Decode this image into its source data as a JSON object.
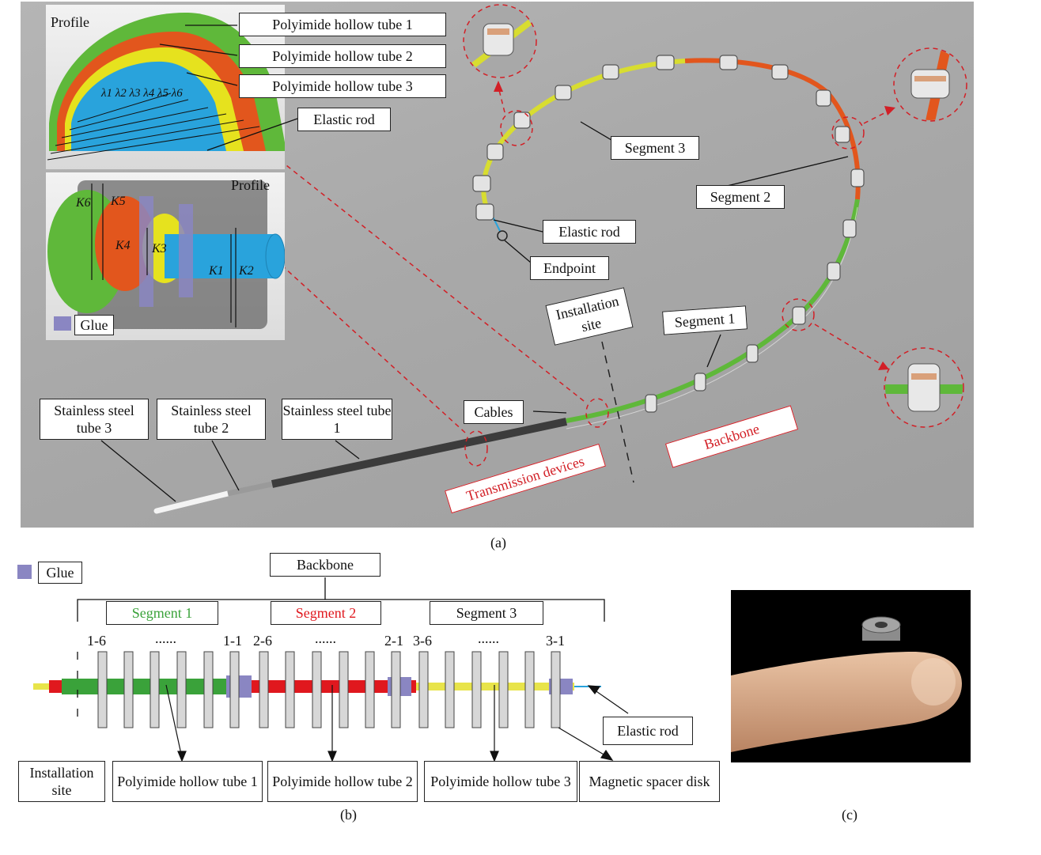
{
  "panel_a": {
    "caption": "(a)",
    "inset_top": {
      "title": "Profile",
      "tube1": "Polyimide hollow tube 1",
      "tube2": "Polyimide hollow tube 2",
      "tube3": "Polyimide hollow tube 3",
      "rod": "Elastic rod",
      "lambdas": [
        "λ1",
        "λ2",
        "λ3",
        "λ4",
        "λ5",
        "λ6"
      ]
    },
    "inset_bottom": {
      "title": "Profile",
      "k_labels": [
        "K6",
        "K5",
        "K4",
        "K3",
        "K1",
        "K2"
      ],
      "glue": "Glue"
    },
    "labels": {
      "segment3": "Segment 3",
      "segment2": "Segment 2",
      "segment1": "Segment 1",
      "elastic_rod": "Elastic rod",
      "endpoint": "Endpoint",
      "installation_site": "Installation site",
      "cables": "Cables",
      "ss_tube3": "Stainless steel tube 3",
      "ss_tube2": "Stainless steel tube 2",
      "ss_tube1": "Stainless steel tube 1",
      "transmission": "Transmission devices",
      "backbone": "Backbone"
    },
    "colors": {
      "green": "#5fb83a",
      "orange": "#e2561d",
      "yellow": "#e6e21e",
      "blue": "#29a3dc",
      "red_annot": "#d21f26",
      "glue": "#8a86c2"
    }
  },
  "panel_b": {
    "caption": "(b)",
    "glue": "Glue",
    "backbone": "Backbone",
    "segment1": "Segment 1",
    "segment2": "Segment 2",
    "segment3": "Segment 3",
    "disk_labels": [
      "1-6",
      "......",
      "1-1",
      "2-6",
      "......",
      "2-1",
      "3-6",
      "......",
      "3-1"
    ],
    "installation_site": "Installation site",
    "tube1": "Polyimide hollow tube 1",
    "tube2": "Polyimide hollow tube 2",
    "tube3": "Polyimide hollow tube 3",
    "spacer": "Magnetic spacer disk",
    "elastic_rod": "Elastic rod",
    "colors": {
      "seg1": "#3aa23a",
      "seg2": "#e0181e",
      "seg3": "#e8e44a"
    }
  },
  "panel_c": {
    "caption": "(c)"
  }
}
